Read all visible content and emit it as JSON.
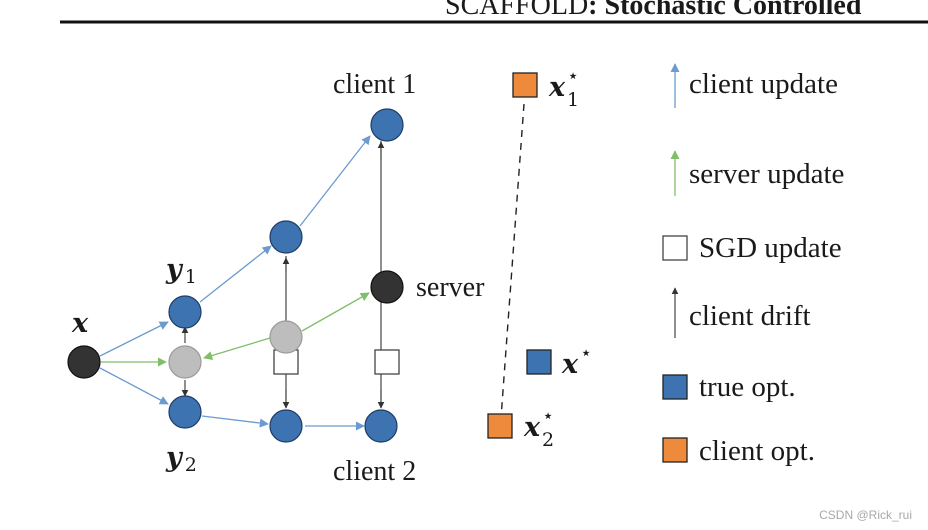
{
  "header": {
    "title_prefix": "SCAFFOLD",
    "title_rest": ": Stochastic Controlled"
  },
  "diagram": {
    "labels": {
      "x": "x",
      "y1_base": "y",
      "y1_sub": "1",
      "y2_base": "y",
      "y2_sub": "2",
      "client1": "client 1",
      "client2": "client 2",
      "server": "server",
      "x1star_base": "x",
      "x1star_sup": "⋆",
      "x1star_sub": "1",
      "x2star_base": "x",
      "x2star_sup": "⋆",
      "x2star_sub": "2",
      "xstar_base": "x",
      "xstar_sup": "⋆"
    },
    "colors": {
      "true_opt": "#3d73b0",
      "client_opt": "#ee8a3c",
      "client_update": "#6c9bcf",
      "server_update": "#7fbf6a",
      "drift": "#333333",
      "server_node": "#333333",
      "grey_node": "#bdbdbd"
    }
  },
  "legend": {
    "items": [
      {
        "label": "client update",
        "icon": "blue-arrow-icon"
      },
      {
        "label": "server update",
        "icon": "green-arrow-icon"
      },
      {
        "label": "SGD update",
        "icon": "hollow-square-icon"
      },
      {
        "label": "client drift",
        "icon": "black-arrow-icon"
      },
      {
        "label": "true opt.",
        "icon": "blue-square-icon"
      },
      {
        "label": "client opt.",
        "icon": "orange-square-icon"
      }
    ]
  },
  "watermark": "CSDN @Rick_rui"
}
